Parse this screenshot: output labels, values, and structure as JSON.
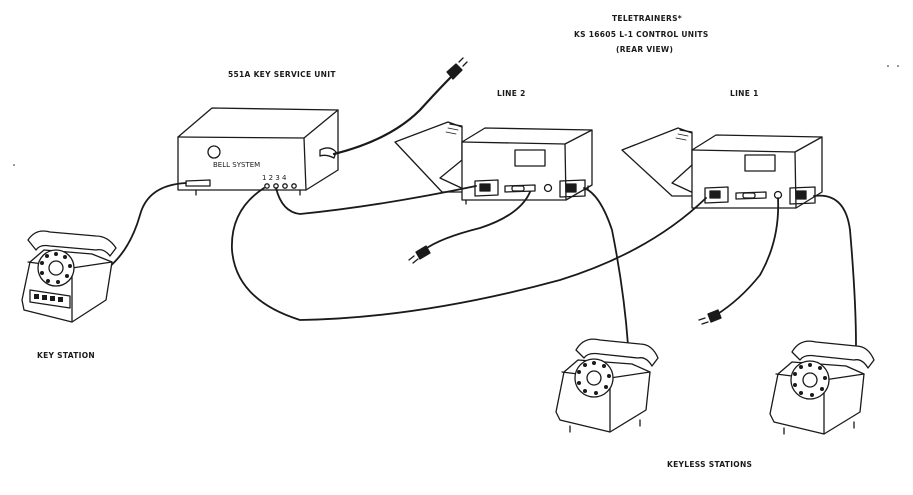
{
  "title": {
    "line1": "TELETRAINERS*",
    "line2": "KS 16605 L-1 CONTROL UNITS",
    "line3": "(REAR VIEW)"
  },
  "labels": {
    "key_service_unit": "551A KEY SERVICE UNIT",
    "line2": "LINE 2",
    "line1": "LINE 1",
    "key_station": "KEY STATION",
    "keyless_stations": "KEYLESS STATIONS"
  },
  "ksu_text": {
    "brand": "BELL SYSTEM",
    "jack_numbers": "1 2 3 4"
  },
  "colors": {
    "ink": "#1a1a1a",
    "paper": "#ffffff"
  }
}
